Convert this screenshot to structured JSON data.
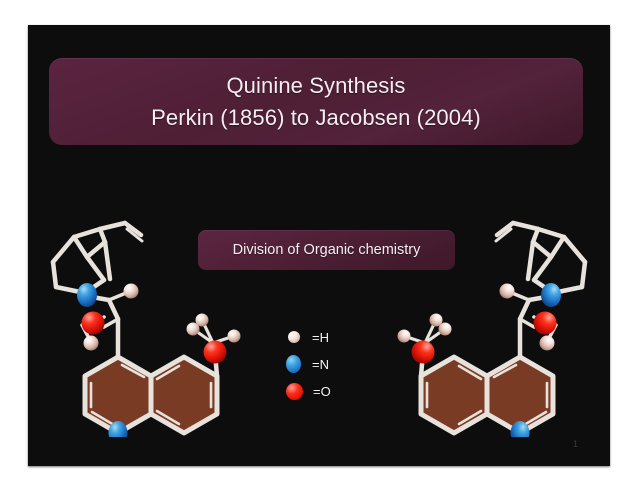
{
  "slide": {
    "background_color": "#0d0d0d",
    "page_number": "1"
  },
  "title": {
    "line1": "Quinine Synthesis",
    "line2": "Perkin (1856) to Jacobsen (2004)",
    "banner_color": "#4e1f35",
    "text_color": "#f4eef1"
  },
  "subtitle": {
    "text": "Division of Organic chemistry",
    "banner_color": "#4d1f34",
    "text_color": "#f5eff2"
  },
  "legend": {
    "items": [
      {
        "icon": "hydrogen-sphere-icon",
        "label": "=H",
        "color": "#f0ddd4"
      },
      {
        "icon": "nitrogen-sphere-icon",
        "label": "=N",
        "color": "#2f8fd8"
      },
      {
        "icon": "oxygen-sphere-icon",
        "label": "=O",
        "color": "#f01d0c"
      }
    ]
  },
  "molecules": {
    "left": {
      "name": "quinine-structure",
      "description": "Quinine: quinoline ring with methoxy group, secondary alcohol and quinuclidine with vinyl substituent",
      "ring_fill": "#7a3b24",
      "bond_color": "#e8e2dc"
    },
    "right": {
      "name": "quinidine-structure",
      "description": "Mirror image enantiomer of quinine",
      "ring_fill": "#7a3b24",
      "bond_color": "#e8e2dc"
    }
  }
}
